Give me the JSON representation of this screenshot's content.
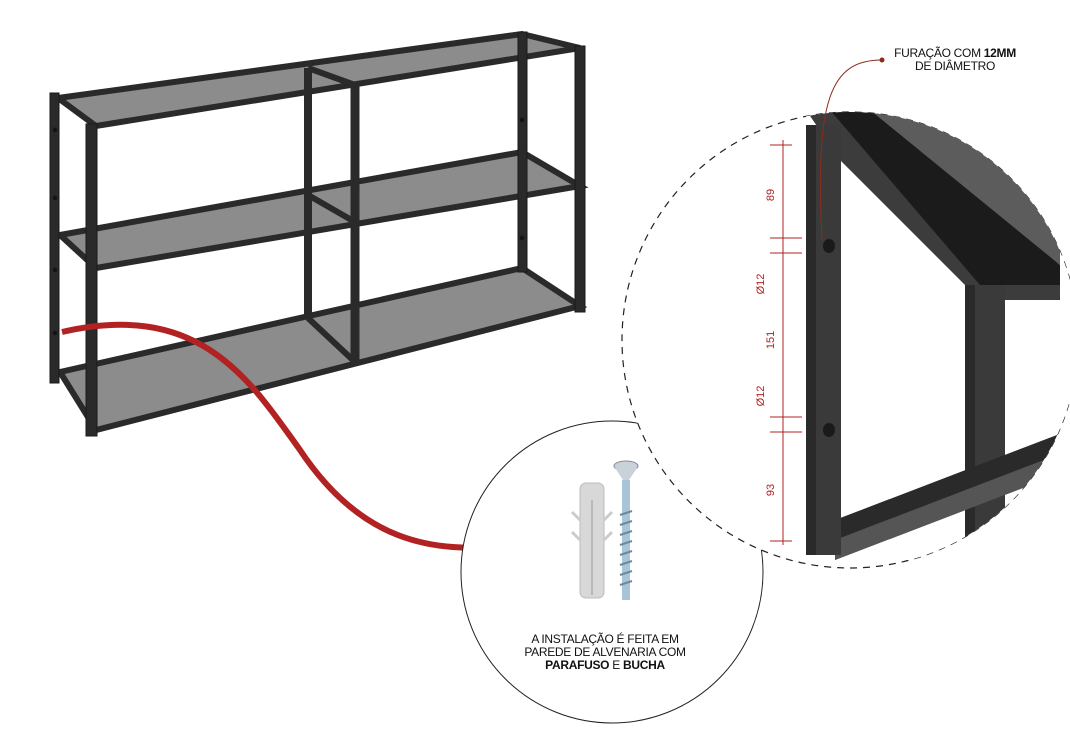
{
  "callout_holes": {
    "prefix": "FURAÇÃO COM ",
    "bold": "12MM",
    "line2": "DE DIÂMETRO"
  },
  "callout_install": {
    "line1": "A INSTALAÇÃO É FEITA EM",
    "line2": "PAREDE DE ALVENARIA COM",
    "bold1": "PARAFUSO",
    "mid": " E ",
    "bold2": "BUCHA"
  },
  "dimensions": {
    "top": "89",
    "hole1": "Ø12",
    "middle": "151",
    "hole2": "Ø12",
    "bottom": "93"
  },
  "colors": {
    "frame": "#2b2b2b",
    "glass": "#8a8a8a",
    "arrow": "#b22222",
    "dimension": "#b22222"
  }
}
